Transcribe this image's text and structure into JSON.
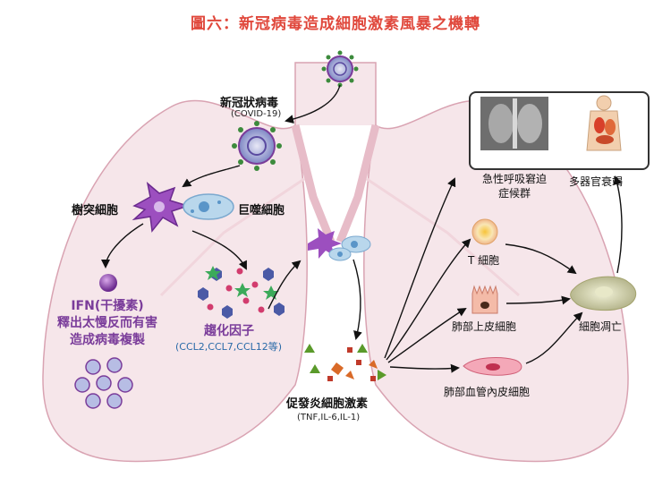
{
  "title": "圖六：新冠病毒造成細胞激素風暴之機轉",
  "virus": {
    "name": "新冠狀病毒",
    "code": "(COVID-19)"
  },
  "dendritic": "樹突細胞",
  "macrophage": "巨噬細胞",
  "ifn": {
    "line1": "IFN(干擾素)",
    "line2": "釋出太慢反而有害",
    "line3": "造成病毒複製"
  },
  "chemokine": {
    "name": "趨化因子",
    "list": "(CCL2,CCL7,CCL12等)"
  },
  "cytokine": {
    "name": "促發炎細胞激素",
    "list": "(TNF,IL-6,IL-1)"
  },
  "tcell": "T 細胞",
  "epithelial": "肺部上皮細胞",
  "endothelial": "肺部血管內皮細胞",
  "apoptosis": "細胞凋亡",
  "ards": {
    "line1": "急性呼吸窘迫",
    "line2": "症候群"
  },
  "organ_failure": "多器官衰竭",
  "colors": {
    "title": "#e0483c",
    "purple": "#7a3c9a",
    "blue": "#2a6aa8",
    "lung": "#f6e6ea",
    "lung_stroke": "#d9a3b2"
  }
}
